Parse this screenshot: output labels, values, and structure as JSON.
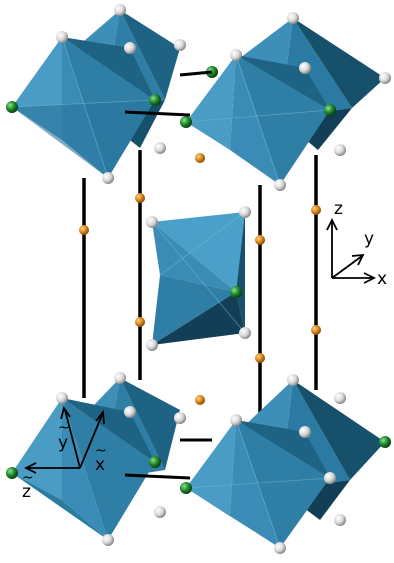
{
  "axes_global": {
    "x": "x",
    "y": "y",
    "z": "z"
  },
  "axes_local": {
    "x": "x",
    "y": "y",
    "z": "z",
    "tilde": "~"
  },
  "colors": {
    "octahedron_face": "#3e8fb8",
    "octahedron_dark": "#15506c",
    "octahedron_light": "#6fb8d9",
    "apical_atom": "#e8e8e8",
    "equatorial_atom_green": "#1f8a2a",
    "interstitial_atom_orange": "#d98a1e",
    "bond_line": "#000000"
  }
}
